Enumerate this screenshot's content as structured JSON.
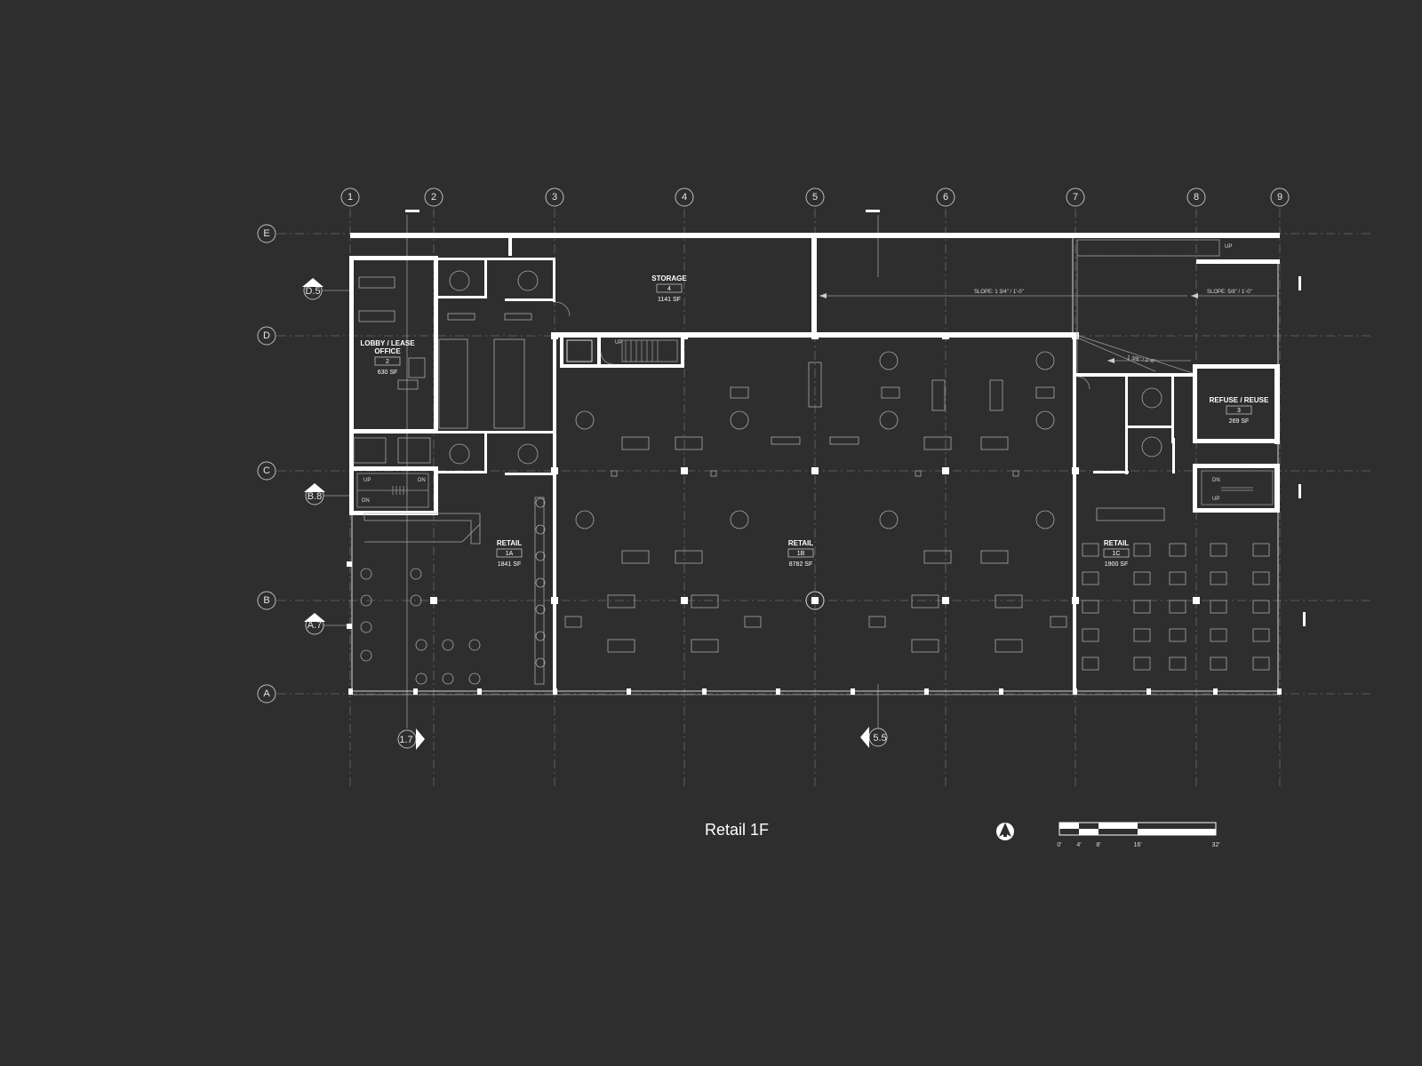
{
  "title": "Retail 1F",
  "grid": {
    "columns": [
      "1",
      "2",
      "3",
      "4",
      "5",
      "6",
      "7",
      "8",
      "9"
    ],
    "rows": [
      "E",
      "D",
      "C",
      "B",
      "A"
    ]
  },
  "sections": [
    "D.5",
    "B.8",
    "A.7",
    "1.7",
    "5.5"
  ],
  "rooms": {
    "lobby": {
      "name_line1": "LOBBY / LEASE",
      "name_line2": "OFFICE",
      "number": "2",
      "area": "630 SF"
    },
    "storage": {
      "name": "STORAGE",
      "number": "4",
      "area": "1141 SF"
    },
    "refuse": {
      "name": "REFUSE / REUSE",
      "number": "3",
      "area": "269 SF"
    },
    "retail_1a": {
      "name": "RETAIL",
      "number": "1A",
      "area": "1841 SF"
    },
    "retail_1b": {
      "name": "RETAIL",
      "number": "1B",
      "area": "8782 SF"
    },
    "retail_1c": {
      "name": "RETAIL",
      "number": "1C",
      "area": "1900 SF"
    }
  },
  "annotations": {
    "slope_1": "SLOPE: 1 3/4\" / 1'-0\"",
    "slope_2": "SLOPE: 5/8\" / 1'-0\"",
    "slope_3": "1 3/8\" / 1'-0\"",
    "up": "UP",
    "dn": "DN"
  },
  "scale_bar": {
    "ticks": [
      "0'",
      "4'",
      "8'",
      "16'",
      "32'"
    ]
  },
  "colors": {
    "background": "#2e2e2e",
    "walls": "#ffffff",
    "grid": "#6a6a6a"
  },
  "icons": {
    "north_arrow": "north-arrow-icon"
  }
}
